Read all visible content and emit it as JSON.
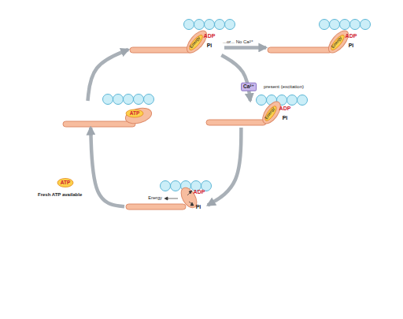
{
  "diagram": {
    "nodes": [
      {
        "text": [
          "ATP"
        ]
      },
      {
        "text": [
          "Energy",
          "ADP",
          "Pi"
        ]
      },
      {
        "text": [
          "Energy",
          "ADP",
          "Pi"
        ]
      },
      {
        "text": [
          "Energy",
          "ADP",
          "Pi"
        ]
      },
      {
        "text": [
          "Energy",
          "ADP",
          "Pi"
        ]
      }
    ],
    "edges": [
      {
        "from": 0,
        "to": 1,
        "arrow": "to"
      },
      {
        "from": 1,
        "to": 2,
        "arrow": "to",
        "label": "...or... No Ca²⁺"
      },
      {
        "from": 1,
        "to": 3,
        "arrow": "to",
        "label": "present (excitation)"
      },
      {
        "from": 3,
        "to": 4,
        "arrow": "to"
      },
      {
        "from": 4,
        "to": 0,
        "arrow": "to",
        "label": "Fresh ATP available"
      }
    ],
    "labels": [
      "Ca²⁺",
      "ATP"
    ]
  }
}
